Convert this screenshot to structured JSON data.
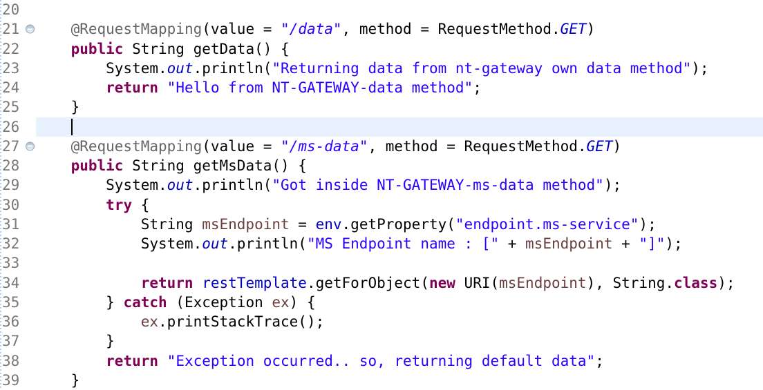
{
  "colors": {
    "background": "#FFFFFF",
    "current_line_highlight": "#E8F2FE",
    "line_number": "#787878",
    "keyword": "#7F0055",
    "string": "#2A00FF",
    "annotation": "#646464",
    "field": "#0000C0",
    "static_field_italic": "#0000C0",
    "local_variable": "#6A3E3E",
    "default_text": "#000000",
    "fold_icon": "#8FA6BD",
    "marker_bar": "#B5D0EA"
  },
  "editor": {
    "first_visible_line": 20,
    "last_visible_line": 39,
    "cursor_line": 26,
    "lines": [
      {
        "num": "20",
        "fold": false,
        "current": false,
        "cursor": false,
        "tokens": []
      },
      {
        "num": "21",
        "fold": true,
        "current": false,
        "cursor": false,
        "tokens": [
          [
            "plain",
            "    "
          ],
          [
            "ann",
            "@RequestMapping"
          ],
          [
            "plain",
            "(value = "
          ],
          [
            "stri",
            "\"/data\""
          ],
          [
            "plain",
            ", method = RequestMethod."
          ],
          [
            "sfield",
            "GET"
          ],
          [
            "plain",
            ")"
          ]
        ]
      },
      {
        "num": "22",
        "fold": false,
        "current": false,
        "cursor": false,
        "tokens": [
          [
            "plain",
            "    "
          ],
          [
            "kw",
            "public"
          ],
          [
            "plain",
            " String getData() {"
          ]
        ]
      },
      {
        "num": "23",
        "fold": false,
        "current": false,
        "cursor": false,
        "tokens": [
          [
            "plain",
            "        System."
          ],
          [
            "sfield",
            "out"
          ],
          [
            "plain",
            ".println("
          ],
          [
            "str",
            "\"Returning data from nt-gateway own data method\""
          ],
          [
            "plain",
            ");"
          ]
        ]
      },
      {
        "num": "24",
        "fold": false,
        "current": false,
        "cursor": false,
        "tokens": [
          [
            "plain",
            "        "
          ],
          [
            "kw",
            "return"
          ],
          [
            "plain",
            " "
          ],
          [
            "str",
            "\"Hello from NT-GATEWAY-data method\""
          ],
          [
            "plain",
            ";"
          ]
        ]
      },
      {
        "num": "25",
        "fold": false,
        "current": false,
        "cursor": false,
        "tokens": [
          [
            "plain",
            "    }"
          ]
        ]
      },
      {
        "num": "26",
        "fold": false,
        "current": true,
        "cursor": true,
        "tokens": [
          [
            "plain",
            "    "
          ]
        ]
      },
      {
        "num": "27",
        "fold": true,
        "current": false,
        "cursor": false,
        "tokens": [
          [
            "plain",
            "    "
          ],
          [
            "ann",
            "@RequestMapping"
          ],
          [
            "plain",
            "(value = "
          ],
          [
            "stri",
            "\"/ms-data\""
          ],
          [
            "plain",
            ", method = RequestMethod."
          ],
          [
            "sfield",
            "GET"
          ],
          [
            "plain",
            ")"
          ]
        ]
      },
      {
        "num": "28",
        "fold": false,
        "current": false,
        "cursor": false,
        "tokens": [
          [
            "plain",
            "    "
          ],
          [
            "kw",
            "public"
          ],
          [
            "plain",
            " String getMsData() {"
          ]
        ]
      },
      {
        "num": "29",
        "fold": false,
        "current": false,
        "cursor": false,
        "tokens": [
          [
            "plain",
            "        System."
          ],
          [
            "sfield",
            "out"
          ],
          [
            "plain",
            ".println("
          ],
          [
            "str",
            "\"Got inside NT-GATEWAY-ms-data method\""
          ],
          [
            "plain",
            ");"
          ]
        ]
      },
      {
        "num": "30",
        "fold": false,
        "current": false,
        "cursor": false,
        "tokens": [
          [
            "plain",
            "        "
          ],
          [
            "kw",
            "try"
          ],
          [
            "plain",
            " {"
          ]
        ]
      },
      {
        "num": "31",
        "fold": false,
        "current": false,
        "cursor": false,
        "tokens": [
          [
            "plain",
            "            String "
          ],
          [
            "local",
            "msEndpoint"
          ],
          [
            "plain",
            " = "
          ],
          [
            "field",
            "env"
          ],
          [
            "plain",
            ".getProperty("
          ],
          [
            "str",
            "\"endpoint.ms-service\""
          ],
          [
            "plain",
            ");"
          ]
        ]
      },
      {
        "num": "32",
        "fold": false,
        "current": false,
        "cursor": false,
        "tokens": [
          [
            "plain",
            "            System."
          ],
          [
            "sfield",
            "out"
          ],
          [
            "plain",
            ".println("
          ],
          [
            "str",
            "\"MS Endpoint name : [\""
          ],
          [
            "plain",
            " + "
          ],
          [
            "local",
            "msEndpoint"
          ],
          [
            "plain",
            " + "
          ],
          [
            "str",
            "\"]\""
          ],
          [
            "plain",
            ");"
          ]
        ]
      },
      {
        "num": "33",
        "fold": false,
        "current": false,
        "cursor": false,
        "tokens": []
      },
      {
        "num": "34",
        "fold": false,
        "current": false,
        "cursor": false,
        "tokens": [
          [
            "plain",
            "            "
          ],
          [
            "kw",
            "return"
          ],
          [
            "plain",
            " "
          ],
          [
            "field",
            "restTemplate"
          ],
          [
            "plain",
            ".getForObject("
          ],
          [
            "kw",
            "new"
          ],
          [
            "plain",
            " URI("
          ],
          [
            "local",
            "msEndpoint"
          ],
          [
            "plain",
            "), String."
          ],
          [
            "kw",
            "class"
          ],
          [
            "plain",
            ");"
          ]
        ]
      },
      {
        "num": "35",
        "fold": false,
        "current": false,
        "cursor": false,
        "tokens": [
          [
            "plain",
            "        } "
          ],
          [
            "kw",
            "catch"
          ],
          [
            "plain",
            " (Exception "
          ],
          [
            "local",
            "ex"
          ],
          [
            "plain",
            ") {"
          ]
        ]
      },
      {
        "num": "36",
        "fold": false,
        "current": false,
        "cursor": false,
        "tokens": [
          [
            "plain",
            "            "
          ],
          [
            "local",
            "ex"
          ],
          [
            "plain",
            ".printStackTrace();"
          ]
        ]
      },
      {
        "num": "37",
        "fold": false,
        "current": false,
        "cursor": false,
        "tokens": [
          [
            "plain",
            "        }"
          ]
        ]
      },
      {
        "num": "38",
        "fold": false,
        "current": false,
        "cursor": false,
        "tokens": [
          [
            "plain",
            "        "
          ],
          [
            "kw",
            "return"
          ],
          [
            "plain",
            " "
          ],
          [
            "str",
            "\"Exception occurred.. so, returning default data\""
          ],
          [
            "plain",
            ";"
          ]
        ]
      },
      {
        "num": "39",
        "fold": false,
        "current": false,
        "cursor": false,
        "tokens": [
          [
            "plain",
            "    }"
          ]
        ]
      }
    ]
  }
}
